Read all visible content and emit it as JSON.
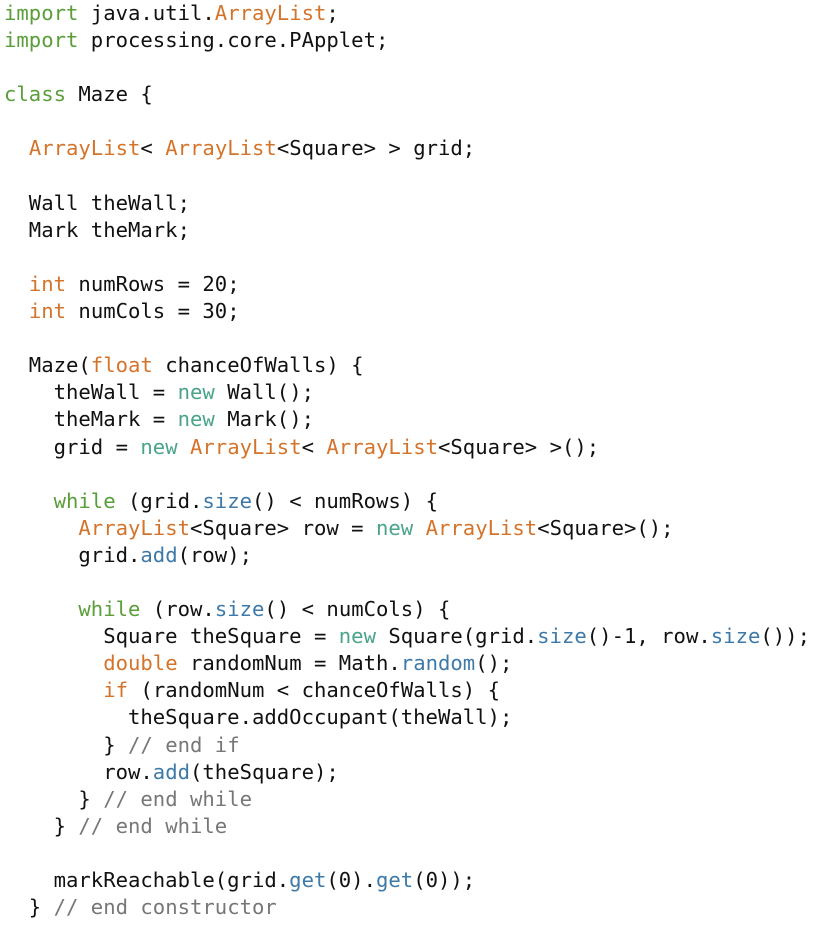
{
  "document": {
    "lines": [
      [
        {
          "t": "kw",
          "s": "import"
        },
        {
          "t": "plain",
          "s": " java.util."
        },
        {
          "t": "type",
          "s": "ArrayList"
        },
        {
          "t": "plain",
          "s": ";"
        }
      ],
      [
        {
          "t": "kw",
          "s": "import"
        },
        {
          "t": "plain",
          "s": " processing.core.PApplet;"
        }
      ],
      [],
      [
        {
          "t": "kw",
          "s": "class"
        },
        {
          "t": "plain",
          "s": " Maze {"
        }
      ],
      [],
      [
        {
          "t": "plain",
          "s": "  "
        },
        {
          "t": "type",
          "s": "ArrayList"
        },
        {
          "t": "plain",
          "s": "< "
        },
        {
          "t": "type",
          "s": "ArrayList"
        },
        {
          "t": "plain",
          "s": "<Square> > grid;"
        }
      ],
      [],
      [
        {
          "t": "plain",
          "s": "  Wall theWall;"
        }
      ],
      [
        {
          "t": "plain",
          "s": "  Mark theMark;"
        }
      ],
      [],
      [
        {
          "t": "plain",
          "s": "  "
        },
        {
          "t": "type",
          "s": "int"
        },
        {
          "t": "plain",
          "s": " numRows = 20;"
        }
      ],
      [
        {
          "t": "plain",
          "s": "  "
        },
        {
          "t": "type",
          "s": "int"
        },
        {
          "t": "plain",
          "s": " numCols = 30;"
        }
      ],
      [],
      [
        {
          "t": "plain",
          "s": "  Maze("
        },
        {
          "t": "type",
          "s": "float"
        },
        {
          "t": "plain",
          "s": " chanceOfWalls) {"
        }
      ],
      [
        {
          "t": "plain",
          "s": "    theWall = "
        },
        {
          "t": "new",
          "s": "new"
        },
        {
          "t": "plain",
          "s": " Wall();"
        }
      ],
      [
        {
          "t": "plain",
          "s": "    theMark = "
        },
        {
          "t": "new",
          "s": "new"
        },
        {
          "t": "plain",
          "s": " Mark();"
        }
      ],
      [
        {
          "t": "plain",
          "s": "    grid = "
        },
        {
          "t": "new",
          "s": "new"
        },
        {
          "t": "plain",
          "s": " "
        },
        {
          "t": "type",
          "s": "ArrayList"
        },
        {
          "t": "plain",
          "s": "< "
        },
        {
          "t": "type",
          "s": "ArrayList"
        },
        {
          "t": "plain",
          "s": "<Square> >();"
        }
      ],
      [],
      [
        {
          "t": "plain",
          "s": "    "
        },
        {
          "t": "kw",
          "s": "while"
        },
        {
          "t": "plain",
          "s": " (grid."
        },
        {
          "t": "method",
          "s": "size"
        },
        {
          "t": "plain",
          "s": "() < numRows) {"
        }
      ],
      [
        {
          "t": "plain",
          "s": "      "
        },
        {
          "t": "type",
          "s": "ArrayList"
        },
        {
          "t": "plain",
          "s": "<Square> row = "
        },
        {
          "t": "new",
          "s": "new"
        },
        {
          "t": "plain",
          "s": " "
        },
        {
          "t": "type",
          "s": "ArrayList"
        },
        {
          "t": "plain",
          "s": "<Square>();"
        }
      ],
      [
        {
          "t": "plain",
          "s": "      grid."
        },
        {
          "t": "method",
          "s": "add"
        },
        {
          "t": "plain",
          "s": "(row);"
        }
      ],
      [],
      [
        {
          "t": "plain",
          "s": "      "
        },
        {
          "t": "kw",
          "s": "while"
        },
        {
          "t": "plain",
          "s": " (row."
        },
        {
          "t": "method",
          "s": "size"
        },
        {
          "t": "plain",
          "s": "() < numCols) {"
        }
      ],
      [
        {
          "t": "plain",
          "s": "        Square theSquare = "
        },
        {
          "t": "new",
          "s": "new"
        },
        {
          "t": "plain",
          "s": " Square(grid."
        },
        {
          "t": "method",
          "s": "size"
        },
        {
          "t": "plain",
          "s": "()-1, row."
        },
        {
          "t": "method",
          "s": "size"
        },
        {
          "t": "plain",
          "s": "());"
        }
      ],
      [
        {
          "t": "plain",
          "s": "        "
        },
        {
          "t": "type",
          "s": "double"
        },
        {
          "t": "plain",
          "s": " randomNum = Math."
        },
        {
          "t": "method",
          "s": "random"
        },
        {
          "t": "plain",
          "s": "();"
        }
      ],
      [
        {
          "t": "plain",
          "s": "        "
        },
        {
          "t": "type",
          "s": "if"
        },
        {
          "t": "plain",
          "s": " (randomNum < chanceOfWalls) {"
        }
      ],
      [
        {
          "t": "plain",
          "s": "          theSquare.addOccupant(theWall);"
        }
      ],
      [
        {
          "t": "plain",
          "s": "        } "
        },
        {
          "t": "comment",
          "s": "// end if"
        }
      ],
      [
        {
          "t": "plain",
          "s": "        row."
        },
        {
          "t": "method",
          "s": "add"
        },
        {
          "t": "plain",
          "s": "(theSquare);"
        }
      ],
      [
        {
          "t": "plain",
          "s": "      } "
        },
        {
          "t": "comment",
          "s": "// end while"
        }
      ],
      [
        {
          "t": "plain",
          "s": "    } "
        },
        {
          "t": "comment",
          "s": "// end while"
        }
      ],
      [],
      [
        {
          "t": "plain",
          "s": "    markReachable(grid."
        },
        {
          "t": "method",
          "s": "get"
        },
        {
          "t": "plain",
          "s": "(0)."
        },
        {
          "t": "method",
          "s": "get"
        },
        {
          "t": "plain",
          "s": "(0));"
        }
      ],
      [
        {
          "t": "plain",
          "s": "  } "
        },
        {
          "t": "comment",
          "s": "// end constructor"
        }
      ]
    ]
  },
  "colors": {
    "keyword": "#5a9e3a",
    "type": "#d4742b",
    "new": "#4aa38b",
    "method": "#3e7aa8",
    "comment": "#777777",
    "text": "#111111",
    "background": "#ffffff"
  }
}
